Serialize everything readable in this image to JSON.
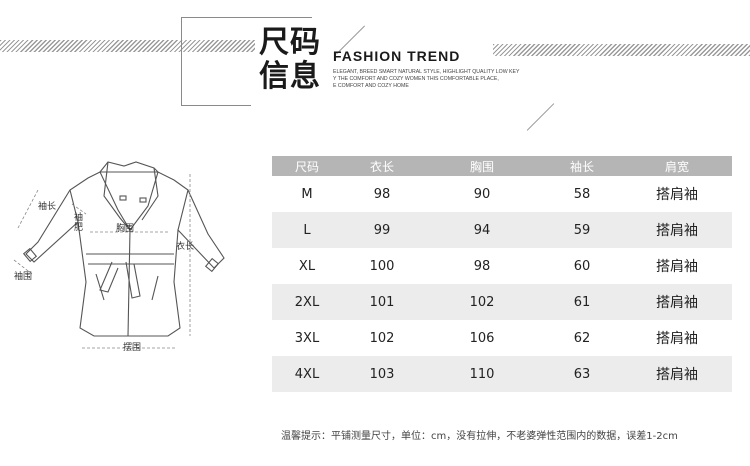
{
  "header": {
    "title_line1": "尺码",
    "title_line2": "信息",
    "brand_title": "FASHION TREND",
    "brand_sub": [
      "ELEGANT, BREED SMART NATURAL STYLE, HIGHLIGHT QUALITY LOW KEY",
      "Y THE COMFORT AND COZY WOMEN THIS COMFORTABLE PLACE,",
      "E COMFORT AND COZY HOME"
    ]
  },
  "diagram": {
    "labels": {
      "sleeve_length": "袖长",
      "sleeve_width": "袖\n肥",
      "chest": "胸围",
      "body_length": "衣长",
      "cuff": "袖围",
      "hem": "摆围"
    }
  },
  "table": {
    "headers": [
      "尺码",
      "衣长",
      "胸围",
      "袖长",
      "肩宽"
    ],
    "rows": [
      [
        "M",
        "98",
        "90",
        "58",
        "搭肩袖"
      ],
      [
        "L",
        "99",
        "94",
        "59",
        "搭肩袖"
      ],
      [
        "XL",
        "100",
        "98",
        "60",
        "搭肩袖"
      ],
      [
        "2XL",
        "101",
        "102",
        "61",
        "搭肩袖"
      ],
      [
        "3XL",
        "102",
        "106",
        "62",
        "搭肩袖"
      ],
      [
        "4XL",
        "103",
        "110",
        "63",
        "搭肩袖"
      ]
    ]
  },
  "note": "温馨提示：平铺测量尺寸，单位：cm，没有拉伸，不老婆弹性范围内的数据，误差1-2cm"
}
